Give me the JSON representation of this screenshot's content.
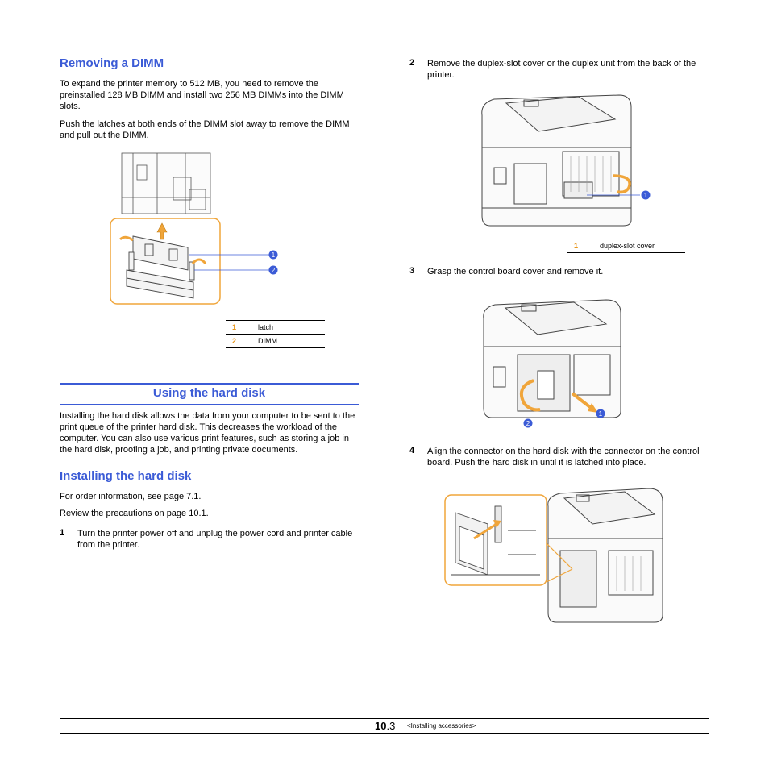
{
  "left": {
    "removing_title": "Removing a DIMM",
    "para1": "To expand the printer memory to 512 MB, you need to remove the preinstalled 128 MB DIMM and install two 256 MB DIMMs into the DIMM slots.",
    "para2": "Push the latches at both ends of the DIMM slot away to remove the DIMM and pull out the DIMM.",
    "legend": [
      {
        "num": "1",
        "label": "latch"
      },
      {
        "num": "2",
        "label": "DIMM"
      }
    ],
    "section_title": "Using the hard disk",
    "para3": "Installing the hard disk allows the data from your computer to be sent to the print queue of the printer hard disk. This decreases the workload of the computer. You can also use various print features, such as storing a job in the hard disk, proofing a job, and printing private documents.",
    "installing_title": "Installing the hard disk",
    "para4": "For order information, see page 7.1.",
    "para5": "Review the precautions on page 10.1.",
    "step1_num": "1",
    "step1": "Turn the printer power off and unplug the power cord and printer cable from the printer."
  },
  "right": {
    "step2_num": "2",
    "step2": "Remove the duplex-slot cover or the duplex unit from the back of the printer.",
    "legend": [
      {
        "num": "1",
        "label": "duplex-slot cover"
      }
    ],
    "step3_num": "3",
    "step3": "Grasp the control board cover and remove it.",
    "step4_num": "4",
    "step4": "Align the connector on the hard disk with the connector on the control board. Push the hard disk in until it is latched into place."
  },
  "callouts": {
    "one": "1",
    "two": "2"
  },
  "footer": {
    "page_main": "10",
    "page_sub": ".3",
    "label": "<Installing accessories>"
  },
  "colors": {
    "accent": "#3b5bd6",
    "number": "#e8961b",
    "frame": "#f0a53a"
  }
}
